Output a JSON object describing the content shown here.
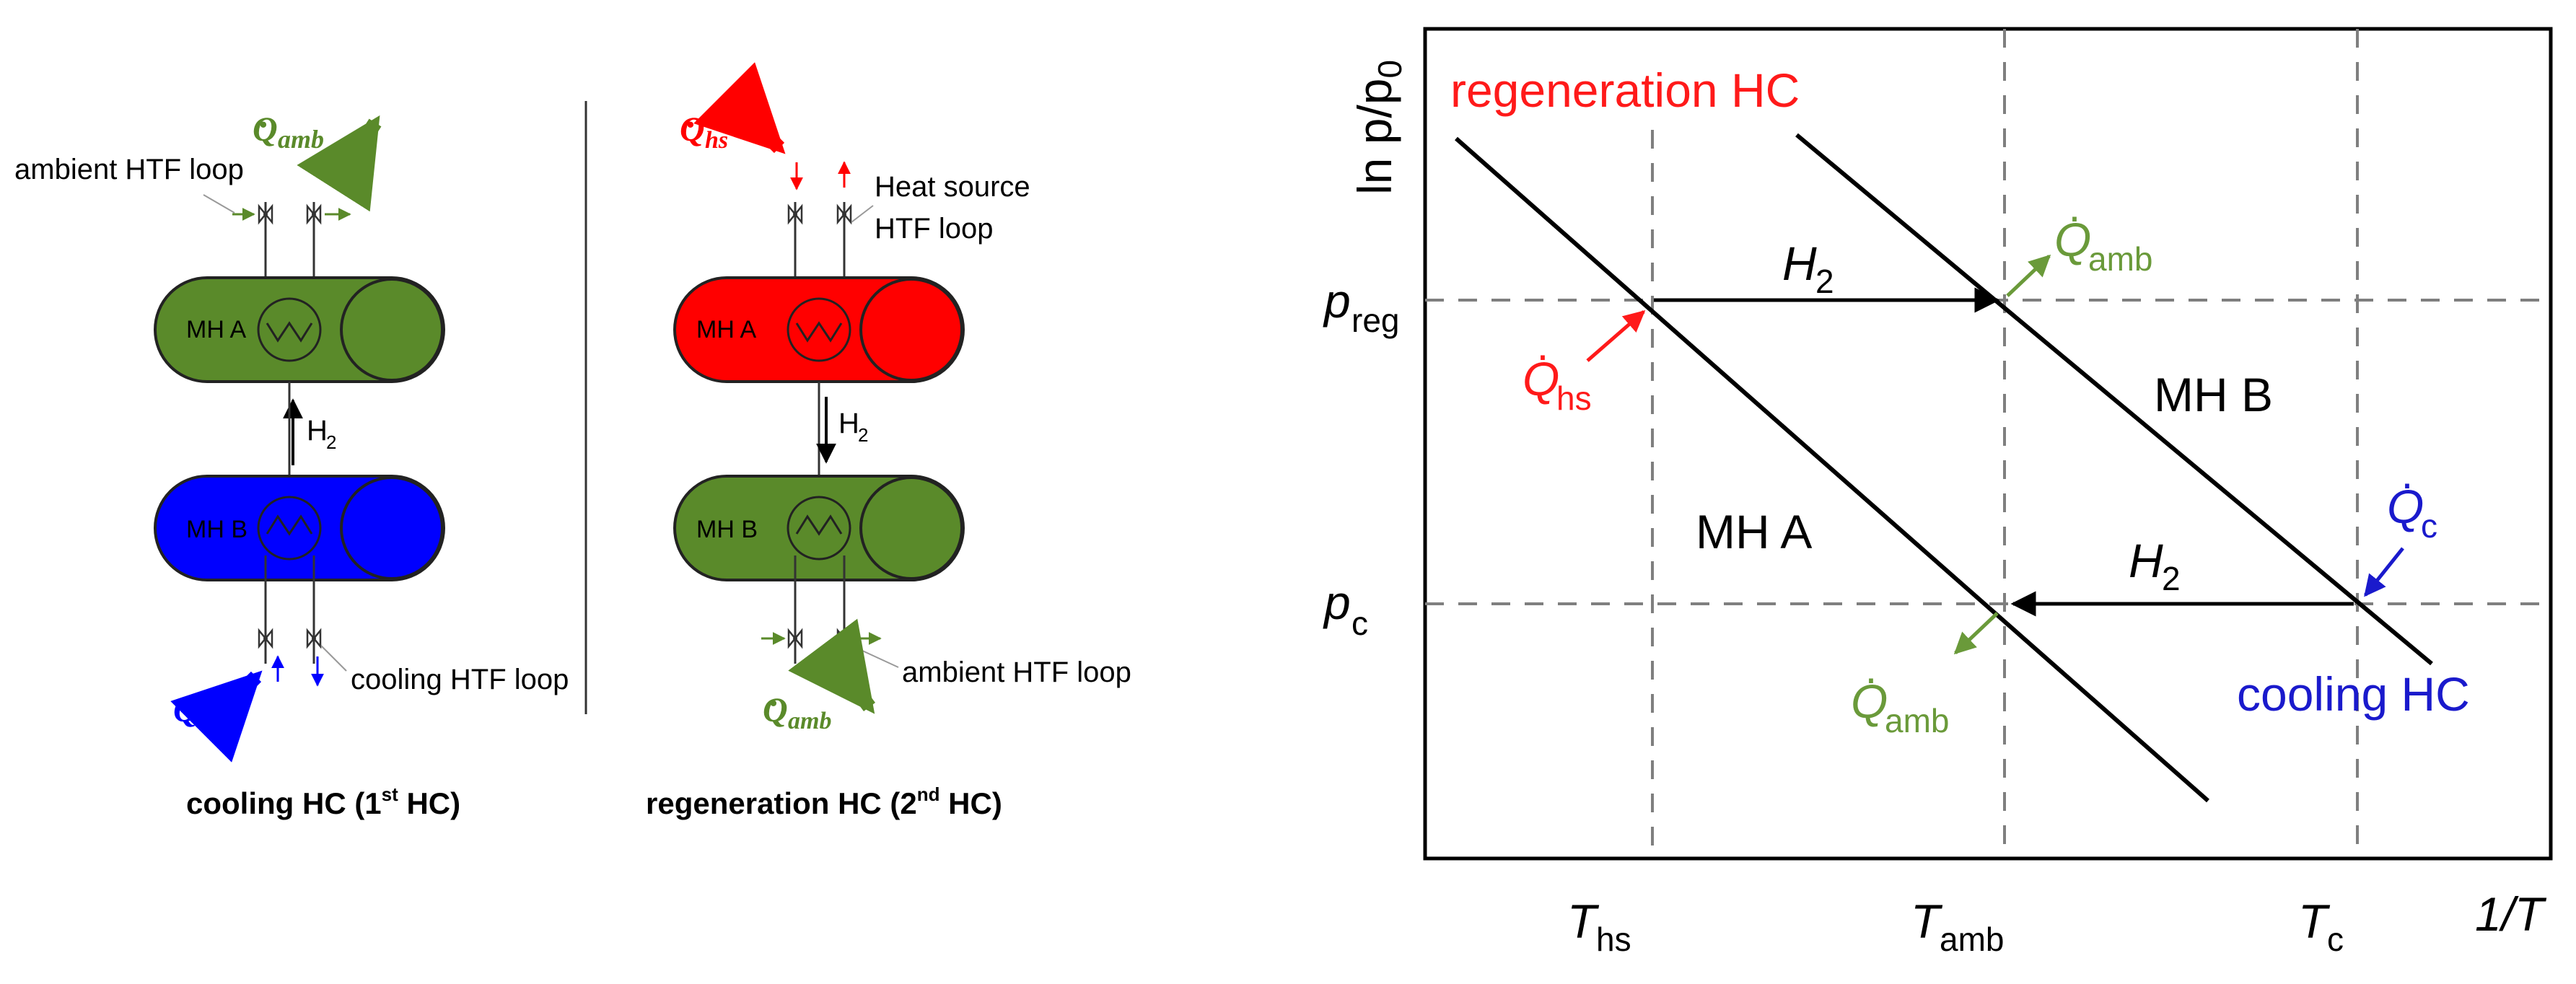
{
  "left_diagram": {
    "cooling_hc": {
      "caption_main": "cooling HC (1",
      "caption_sup": "st",
      "caption_end": " HC)",
      "tank_top": {
        "label": "MH A",
        "color": "#5a8a2a"
      },
      "tank_bottom": {
        "label": "MH B",
        "color": "#0000ff"
      },
      "h2_label": "H",
      "h2_sub": "2",
      "top_loop_label": "ambient HTF loop",
      "bottom_loop_label": "cooling HTF loop",
      "q_top": {
        "base": "Q",
        "sub": "amb",
        "color": "#5a8a2a"
      },
      "q_bottom": {
        "base": "Q",
        "sub": "c",
        "color": "#0000ff"
      }
    },
    "regeneration_hc": {
      "caption_main": "regeneration HC (2",
      "caption_sup": "nd",
      "caption_end": " HC)",
      "tank_top": {
        "label": "MH A",
        "color": "#ff0000"
      },
      "tank_bottom": {
        "label": "MH B",
        "color": "#5a8a2a"
      },
      "h2_label": "H",
      "h2_sub": "2",
      "top_loop_label_1": "Heat source",
      "top_loop_label_2": "HTF loop",
      "bottom_loop_label": "ambient HTF loop",
      "q_top": {
        "base": "Q",
        "sub": "hs",
        "color": "#ff0000"
      },
      "q_bottom": {
        "base": "Q",
        "sub": "amb",
        "color": "#5a8a2a"
      }
    }
  },
  "right_diagram": {
    "y_axis_label": "ln p/p",
    "y_axis_sub": "0",
    "x_axis_label": "1/T",
    "p_reg": {
      "base": "p",
      "sub": "reg"
    },
    "p_c": {
      "base": "p",
      "sub": "c"
    },
    "t_hs": {
      "base": "T",
      "sub": "hs"
    },
    "t_amb": {
      "base": "T",
      "sub": "amb"
    },
    "t_c": {
      "base": "T",
      "sub": "c"
    },
    "regeneration_label": "regeneration HC",
    "cooling_label": "cooling HC",
    "mh_a_label": "MH A",
    "mh_b_label": "MH B",
    "h2_base": "H",
    "h2_sub": "2",
    "q_hs": {
      "base": "Q",
      "sub": "hs"
    },
    "q_amb_top": {
      "base": "Q",
      "sub": "amb"
    },
    "q_amb_bottom": {
      "base": "Q",
      "sub": "amb"
    },
    "q_c": {
      "base": "Q",
      "sub": "c"
    },
    "colors": {
      "red": "#ff1a1a",
      "green": "#6a9a3a",
      "blue": "#1a1acc",
      "grid": "#7f7f7f"
    }
  }
}
